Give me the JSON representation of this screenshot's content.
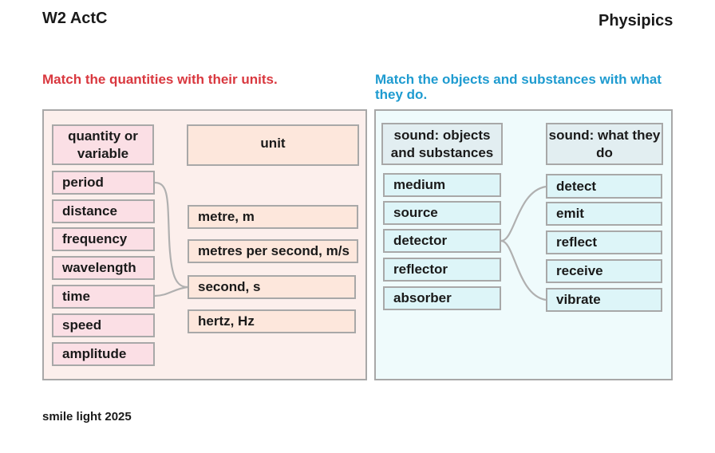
{
  "header": {
    "code": "W2 ActC",
    "brand": "Physipics"
  },
  "left": {
    "heading": "Match the quantities with their units.",
    "heading_color": "#d9383f",
    "quantities_header": "quantity or variable",
    "units_header": "unit",
    "quantities": [
      "period",
      "distance",
      "frequency",
      "wavelength",
      "time",
      "speed",
      "amplitude"
    ],
    "units": [
      "metre, m",
      "metres per second, m/s",
      "second, s",
      "hertz, Hz"
    ]
  },
  "right": {
    "heading": "Match the objects and substances with what they do.",
    "heading_color": "#1e9bd0",
    "objects_header": "sound: objects and substances",
    "actions_header": "sound: what they do",
    "objects": [
      "medium",
      "source",
      "detector",
      "reflector",
      "absorber"
    ],
    "actions": [
      "detect",
      "emit",
      "reflect",
      "receive",
      "vibrate"
    ]
  },
  "footer": "smile light 2025"
}
